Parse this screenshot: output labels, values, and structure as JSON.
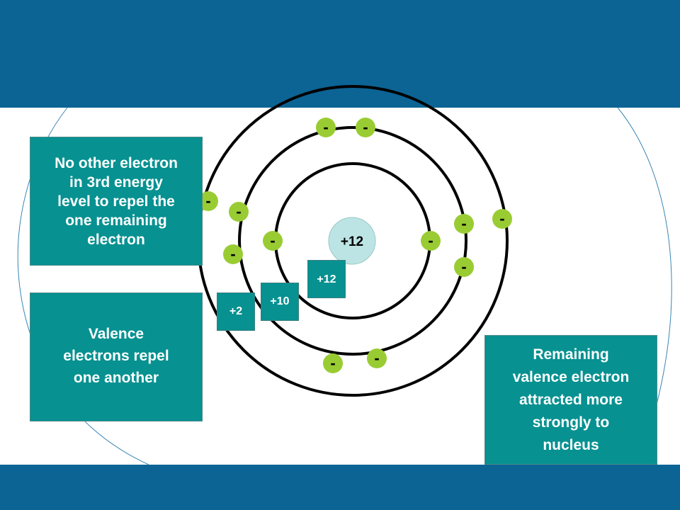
{
  "nucleus": {
    "charge": "+12",
    "color": "#bde4e4"
  },
  "electron": {
    "symbol": "-",
    "color": "#99cc33",
    "count": 12
  },
  "shell_charges": {
    "outer": "+2",
    "middle": "+10",
    "inner": "+12"
  },
  "captions": {
    "no_repel": "No other electron\nin 3rd energy\nlevel to repel the\none remaining\nelectron",
    "valence_repel": "Valence\nelectrons repel\none another",
    "attracted": "Remaining\nvalence electron\nattracted more\nstrongly to\nnucleus"
  },
  "colors": {
    "band": "#0b6494",
    "box": "#079191",
    "decor_line": "#3a86b4"
  }
}
